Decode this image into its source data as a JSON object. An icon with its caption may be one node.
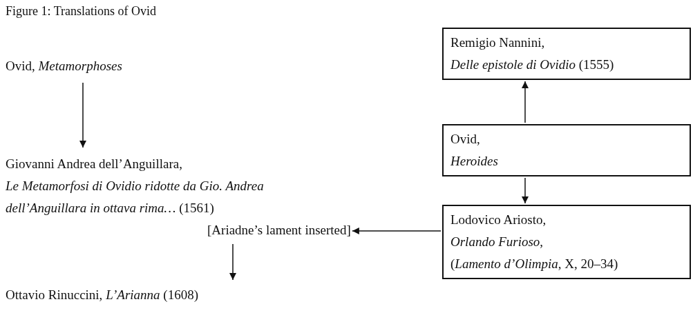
{
  "diagram": {
    "title": "Figure 1: Translations of Ovid",
    "nodes": [
      {
        "text": [
          "Ovid, *Metamorphoses*"
        ]
      },
      {
        "text": [
          "Giovanni Andrea dell’Anguillara,",
          "*Le Metamorfosi di Ovidio ridotte da Gio. Andrea dell’Anguillara in ottava rima…* (1561)"
        ]
      },
      {
        "text": [
          "[Ariadne’s lament inserted]"
        ]
      },
      {
        "text": [
          "Ottavio Rinuccini, *L’Arianna* (1608)"
        ]
      },
      {
        "text": [
          "Remigio Nannini,",
          "*Delle epistole di Ovidio* (1555)"
        ]
      },
      {
        "text": [
          "Ovid,",
          "*Heroides*"
        ]
      },
      {
        "text": [
          "Lodovico Ariosto,",
          "*Orlando Furioso*,",
          "(*Lamento d’Olimpia*, X, 20–34)"
        ]
      }
    ],
    "edges": [
      {
        "from": 0,
        "to": 1,
        "arrow": "to"
      },
      {
        "from": 2,
        "to": 3,
        "arrow": "to"
      },
      {
        "from": 5,
        "to": 4,
        "arrow": "to"
      },
      {
        "from": 5,
        "to": 6,
        "arrow": "to"
      },
      {
        "from": 6,
        "to": 2,
        "arrow": "to"
      }
    ]
  }
}
